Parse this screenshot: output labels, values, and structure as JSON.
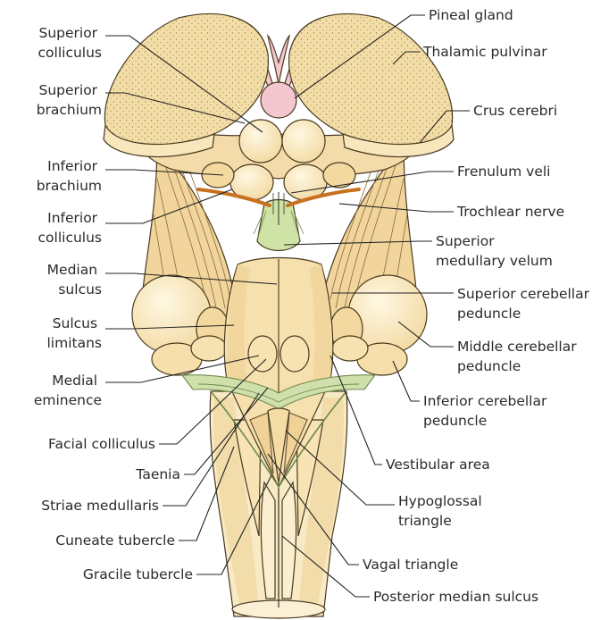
{
  "labels_left": {
    "superior_colliculus": [
      "Superior",
      "colliculus"
    ],
    "superior_brachium": [
      "Superior",
      "brachium"
    ],
    "inferior_brachium": [
      "Inferior",
      "brachium"
    ],
    "inferior_colliculus": [
      "Inferior",
      "colliculus"
    ],
    "median_sulcus": [
      "Median",
      "sulcus"
    ],
    "sulcus_limitans": [
      "Sulcus",
      "limitans"
    ],
    "medial_eminence": [
      "Medial",
      "eminence"
    ],
    "facial_colliculus": "Facial colliculus",
    "taenia": "Taenia",
    "striae_medullaris": "Striae medullaris",
    "cuneate_tubercle": "Cuneate tubercle",
    "gracile_tubercle": "Gracile tubercle"
  },
  "labels_right": {
    "pineal_gland": "Pineal gland",
    "thalamic_pulvinar": "Thalamic pulvinar",
    "crus_cerebri": "Crus cerebri",
    "frenulum_veli": "Frenulum veli",
    "trochlear_nerve": "Trochlear nerve",
    "superior_medullary_velum": [
      "Superior",
      "medullary velum"
    ],
    "superior_cerebellar_peduncle": [
      "Superior cerebellar",
      "peduncle"
    ],
    "middle_cerebellar_peduncle": [
      "Middle cerebellar",
      "peduncle"
    ],
    "inferior_cerebellar_peduncle": [
      "Inferior cerebellar",
      "peduncle"
    ],
    "vestibular_area": "Vestibular area",
    "hypoglossal_triangle": [
      "Hypoglossal",
      "triangle"
    ],
    "vagal_triangle": "Vagal triangle",
    "posterior_median_sulcus": "Posterior median sulcus"
  },
  "colors": {
    "tissue": "#f6e4b8",
    "tissue_dark": "#ecc98c",
    "stippled": "#f2dba2",
    "pineal": "#f4c6cf",
    "velum": "#cfe3a6",
    "nerve": "#d9822b",
    "striae": "#b9d59a"
  }
}
